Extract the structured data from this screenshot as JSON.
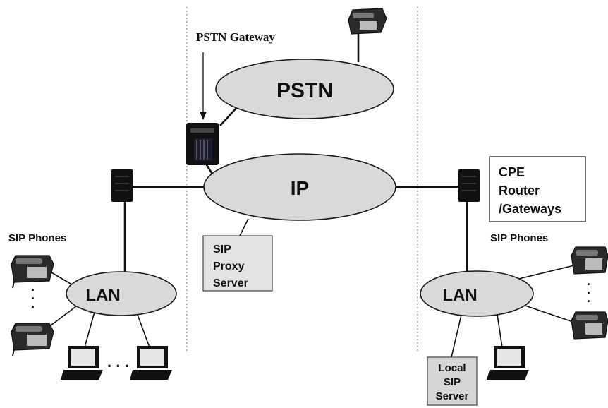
{
  "clouds": {
    "pstn": "PSTN",
    "ip": "IP",
    "lan_left": "LAN",
    "lan_right": "LAN"
  },
  "labels": {
    "pstn_gateway": "PSTN Gateway",
    "sip_phones_left": "SIP Phones",
    "sip_phones_right": "SIP Phones",
    "ellipsis_dots": ". . .",
    "vertical_dots_left": ".",
    "vertical_dots_right": "."
  },
  "boxes": {
    "sip_proxy": [
      "SIP",
      "Proxy",
      "Server"
    ],
    "cpe_router": [
      "CPE",
      "Router",
      "/Gateways"
    ],
    "local_sip": [
      "Local",
      "SIP",
      "Server"
    ]
  }
}
